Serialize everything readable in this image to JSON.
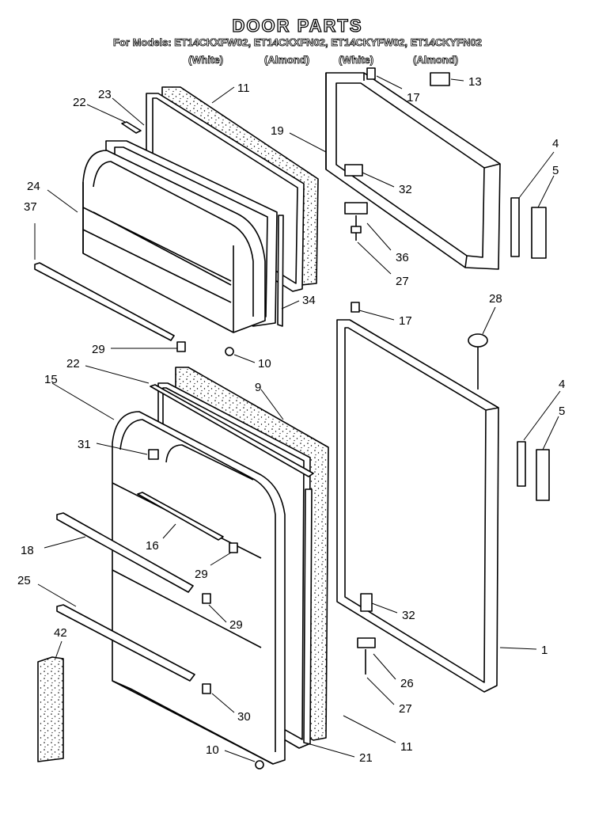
{
  "title": "DOOR PARTS",
  "models_line": "For Models: ET14CKXFW02, ET14CKXFN02, ET14CKYFW02, ET14CKYFN02",
  "colors": [
    "(White)",
    "(Almond)",
    "(White)",
    "(Almond)"
  ],
  "callouts": [
    "11",
    "23",
    "22",
    "19",
    "17",
    "13",
    "24",
    "37",
    "32",
    "4",
    "5",
    "36",
    "27",
    "34",
    "29",
    "10",
    "17",
    "28",
    "22",
    "15",
    "9",
    "4",
    "5",
    "31",
    "18",
    "16",
    "29",
    "25",
    "29",
    "32",
    "42",
    "1",
    "26",
    "27",
    "30",
    "11",
    "10",
    "21"
  ]
}
